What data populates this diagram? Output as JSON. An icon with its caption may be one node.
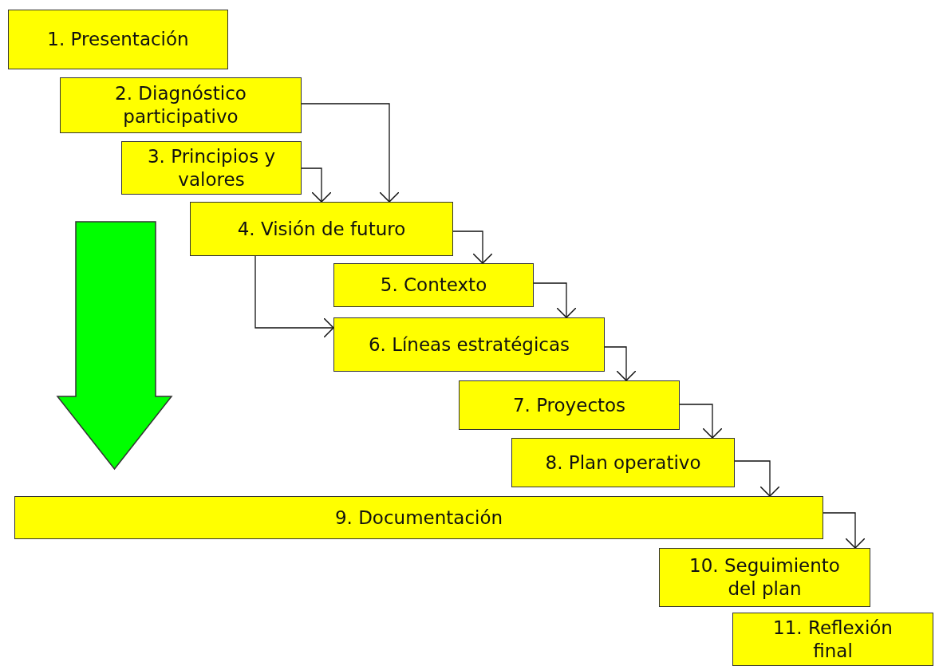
{
  "diagram": {
    "nodes": [
      {
        "text": [
          "1. Presentación"
        ]
      },
      {
        "text": [
          "2. Diagnóstico participativo"
        ]
      },
      {
        "text": [
          "3. Principios y valores"
        ]
      },
      {
        "text": [
          "4. Visión de futuro"
        ]
      },
      {
        "text": [
          "5. Contexto"
        ]
      },
      {
        "text": [
          "6. Líneas estratégicas"
        ]
      },
      {
        "text": [
          "7. Proyectos"
        ]
      },
      {
        "text": [
          "8. Plan operativo"
        ]
      },
      {
        "text": [
          "9. Documentación"
        ]
      },
      {
        "text": [
          "10. Seguimiento del plan"
        ]
      },
      {
        "text": [
          "11. Reflexión final"
        ]
      }
    ],
    "edges": [
      {
        "from": 1,
        "to": 3,
        "arrow": "to"
      },
      {
        "from": 2,
        "to": 3,
        "arrow": "to"
      },
      {
        "from": 3,
        "to": 4,
        "arrow": "to"
      },
      {
        "from": 3,
        "to": 5,
        "arrow": "to"
      },
      {
        "from": 4,
        "to": 5,
        "arrow": "to"
      },
      {
        "from": 5,
        "to": 6,
        "arrow": "to"
      },
      {
        "from": 6,
        "to": 7,
        "arrow": "to"
      },
      {
        "from": 7,
        "to": 8,
        "arrow": "to"
      },
      {
        "from": 8,
        "to": 9,
        "arrow": "to"
      },
      {
        "from": 2,
        "to": 8,
        "arrow": "to",
        "style": "thick",
        "color": "#00ff00"
      }
    ]
  }
}
